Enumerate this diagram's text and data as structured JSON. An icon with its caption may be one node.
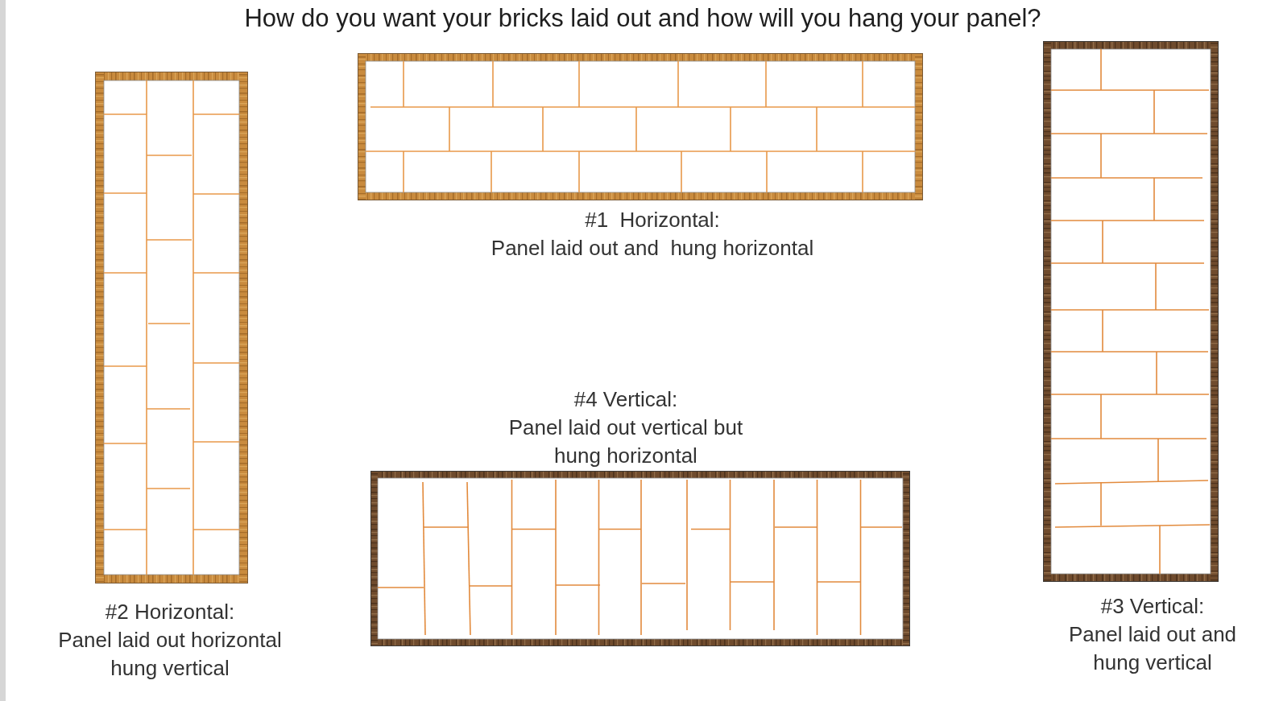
{
  "diagram": {
    "title": "How do you want your bricks laid out and how will you hang your panel?",
    "nodes": [
      {
        "text": [],
        "shape": "box",
        "beside": [
          "#2 Horizontal:",
          "Panel laid out horizontal hung vertical"
        ]
      },
      {
        "text": [],
        "shape": "box",
        "beside": [
          "#1  Horizontal:",
          "Panel laid out and  hung horizontal"
        ]
      },
      {
        "text": [],
        "shape": "box",
        "beside": [
          "#3 Vertical:",
          "Panel laid out and hung vertical"
        ]
      },
      {
        "text": [],
        "shape": "box",
        "beside": [
          "#4 Vertical:",
          "Panel laid out vertical but hung horizontal"
        ]
      }
    ]
  }
}
